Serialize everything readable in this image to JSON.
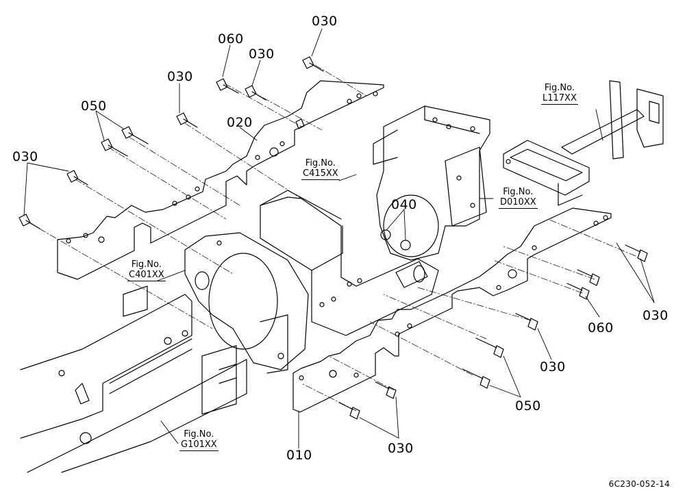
{
  "callouts": {
    "c030_top": "030",
    "c060_top": "060",
    "c030_top2": "030",
    "c030_upper_left": "030",
    "c050_left": "050",
    "c020": "020",
    "c030_left": "030",
    "c040": "040",
    "c030_right": "030",
    "c060_right": "060",
    "c030_right_low": "030",
    "c050_right": "050",
    "c010": "010",
    "c030_bottom": "030"
  },
  "fig_refs": {
    "l117": {
      "label": "Fig.No.",
      "code": "L117XX"
    },
    "c415": {
      "label": "Fig.No.",
      "code": "C415XX"
    },
    "d010": {
      "label": "Fig.No.",
      "code": "D010XX"
    },
    "c401": {
      "label": "Fig.No.",
      "code": "C401XX"
    },
    "g101": {
      "label": "Fig.No.",
      "code": "G101XX"
    }
  },
  "drawing_number": "6C230-052-14",
  "colors": {
    "line": "#000000",
    "background": "#ffffff"
  }
}
